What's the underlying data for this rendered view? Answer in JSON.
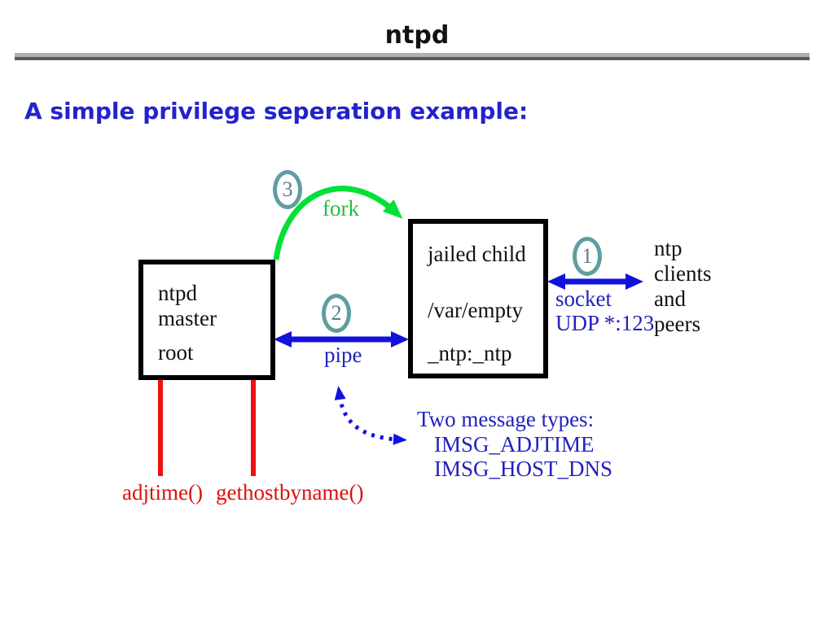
{
  "header": {
    "title": "ntpd"
  },
  "subtitle": "A simple privilege seperation example:",
  "boxes": {
    "master": {
      "line1": "ntpd",
      "line2": "master",
      "line3": "root"
    },
    "child": {
      "line1": "jailed child",
      "line2": "/var/empty",
      "line3": "_ntp:_ntp"
    }
  },
  "steps": {
    "one": "1",
    "two": "2",
    "three": "3"
  },
  "arrows": {
    "fork_label": "fork",
    "pipe_label": "pipe",
    "socket_label": "socket",
    "udp_label": "UDP *:123"
  },
  "peers": {
    "lines": [
      "ntp",
      "clients",
      "and",
      "peers"
    ]
  },
  "syscalls": {
    "left": "adjtime()",
    "right": "gethostbyname()"
  },
  "messages": {
    "heading": "Two message types:",
    "items": [
      "IMSG_ADJTIME",
      "IMSG_HOST_DNS"
    ]
  },
  "colors": {
    "arrow_blue": "#1212dd",
    "text_blue": "#2222bb",
    "arrow_green": "#00e038",
    "line_red": "#ee1111",
    "circle_teal": "#5f9ea0",
    "rule_light_gray": "#b2b2b2",
    "rule_dark_gray": "#5b5b5b"
  }
}
